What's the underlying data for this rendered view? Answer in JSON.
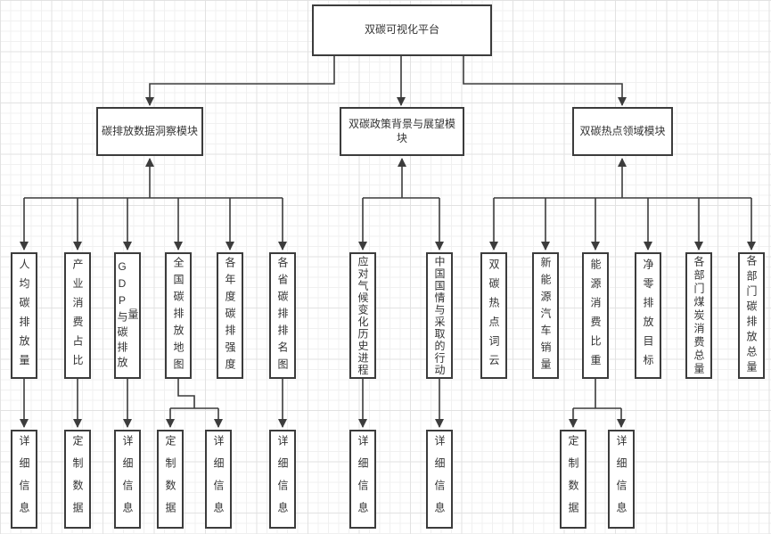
{
  "diagram_title": "双碳可视化平台",
  "tree": {
    "root": {
      "label": "双碳可视化平台"
    },
    "modules": [
      {
        "label": "碳排放数据洞察模块",
        "children": [
          {
            "label": "人均碳排放量",
            "leaves": [
              "详细信息"
            ]
          },
          {
            "label": "产业消费占比",
            "leaves": [
              "定制数据"
            ]
          },
          {
            "label": "GDP与碳排放量",
            "leaves": [
              "详细信息"
            ]
          },
          {
            "label": "全国碳排放地图",
            "leaves": [
              "定制数据",
              "详细信息"
            ]
          },
          {
            "label": "各年度碳排强度",
            "leaves": []
          },
          {
            "label": "各省碳排排名图",
            "leaves": [
              "详细信息"
            ]
          }
        ]
      },
      {
        "label": "双碳政策背景与展望模块",
        "children": [
          {
            "label": "应对气候变化历史进程",
            "leaves": [
              "详细信息"
            ]
          },
          {
            "label": "中国国情与采取的行动",
            "leaves": [
              "详细信息"
            ]
          }
        ]
      },
      {
        "label": "双碳热点领域模块",
        "children": [
          {
            "label": "双碳热点词云",
            "leaves": []
          },
          {
            "label": "新能源汽车销量",
            "leaves": []
          },
          {
            "label": "能源消费比重",
            "leaves": [
              "定制数据",
              "详细信息"
            ]
          },
          {
            "label": "净零排放目标",
            "leaves": []
          },
          {
            "label": "各部门煤炭消费总量",
            "leaves": []
          },
          {
            "label": "各部门碳排放总量",
            "leaves": []
          }
        ]
      }
    ]
  },
  "colors": {
    "node_border": "#3c3c3c",
    "node_fill": "#ffffff",
    "text": "#333333",
    "grid_minor": "#f0f0f0",
    "grid_major": "#e2e2e2",
    "canvas": "#ffffff"
  }
}
